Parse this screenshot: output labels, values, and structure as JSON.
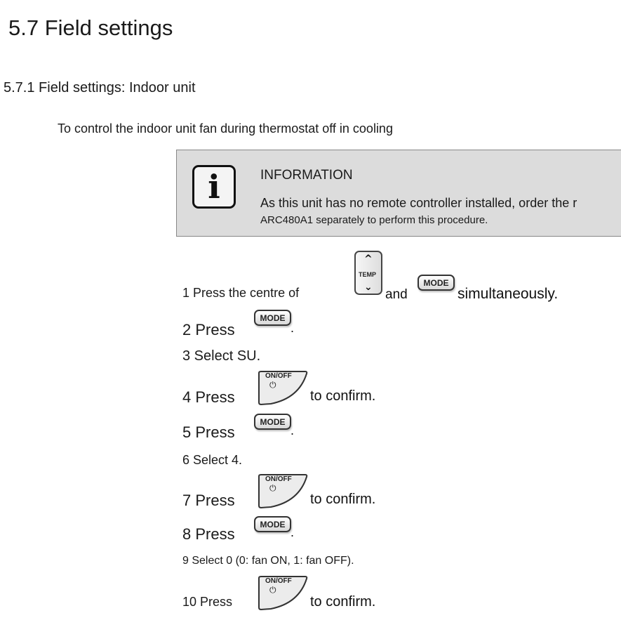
{
  "heading": "5.7 Field settings",
  "subheading": "5.7.1 Field settings: Indoor unit",
  "intro": "To control the indoor unit fan during thermostat off in cooling",
  "info": {
    "icon": "i",
    "title": "INFORMATION",
    "line1": "As this unit has no remote controller installed, order the r",
    "line2": "ARC480A1 separately to perform this procedure."
  },
  "buttons": {
    "mode": "MODE",
    "onoff": "ON/OFF",
    "power_symbol": "⏻",
    "temp": "TEMP",
    "up": "^",
    "down": "⌄"
  },
  "steps": {
    "s1_a": "1 Press the centre of",
    "s1_b": "and",
    "s1_c": "simultaneously.",
    "s2": "2 Press",
    "s3": "3 Select SU.",
    "s4": "4 Press",
    "s5": "5 Press",
    "s6": "6 Select 4.",
    "s7": "7 Press",
    "s8": "8 Press",
    "s9": "9 Select 0 (0: fan ON, 1: fan OFF).",
    "s10": "10 Press",
    "confirm": "to confirm.",
    "period": "."
  }
}
